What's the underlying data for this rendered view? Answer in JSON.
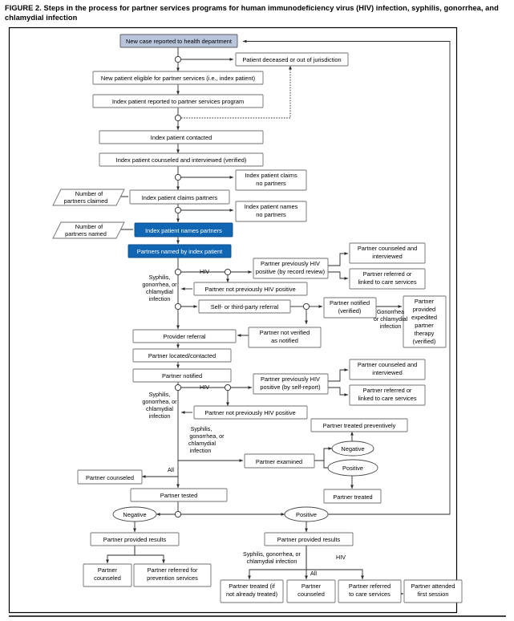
{
  "figure": {
    "caption": "FIGURE 2. Steps in the process for partner services programs for human immunodeficiency virus (HIV) infection, syphilis, gonorrhea, and chlamydial infection",
    "colors": {
      "highlight_blue": "#1166b3",
      "highlight_lavender": "#b9c5dd",
      "box_border": "#6f6f6f",
      "line": "#2b2b2b",
      "background": "#ffffff"
    }
  },
  "nodes": {
    "n01": "New case reported to health department",
    "n02": "Patient deceased or out of jurisdiction",
    "n03": "New patient eligible for partner services (i.e., index patient)",
    "n04": "Index patient reported to partner services program",
    "n05": "Index patient contacted",
    "n06": "Index patient counseled and interviewed (verified)",
    "n07a": "Index patient claims",
    "n07b": "no partners",
    "n08a": "Number of",
    "n08b": "partners claimed",
    "n09": "Index patient claims partners",
    "n10a": "Index patient names",
    "n10b": "no partners",
    "n11a": "Number of",
    "n11b": "partners named",
    "n12": "Index patient names partners",
    "n13": "Partners named by index patient",
    "n14a": "Partner previously HIV",
    "n14b": "positive (by record review)",
    "n15a": "Partner counseled and",
    "n15b": "interviewed",
    "n16a": "Partner referred or",
    "n16b": "linked to care services",
    "n17": "Partner not previously HIV positive",
    "n18": "Self- or third-party referral",
    "n19a": "Partner notified",
    "n19b": "(verified)",
    "n20a": "Partner",
    "n20b": "provided",
    "n20c": "expedited",
    "n20d": "partner",
    "n20e": "therapy",
    "n20f": "(verified)",
    "n21": "Provider referral",
    "n22a": "Partner not verified",
    "n22b": "as notified",
    "n23": "Partner located/contacted",
    "n24": "Partner notified",
    "n25a": "Partner previously HIV",
    "n25b": "positive (by self-report)",
    "n26a": "Partner counseled and",
    "n26b": "interviewed",
    "n27a": "Partner referred or",
    "n27b": "linked to care services",
    "n28": "Partner not previously HIV positive",
    "n29": "Partner treated preventively",
    "n30": "Partner examined",
    "n31": "Negative",
    "n32": "Positive",
    "n33": "Partner treated",
    "n34": "Partner counseled",
    "n35": "Partner tested",
    "n36": "Negative",
    "n37": "Positive",
    "n38": "Partner provided results",
    "n39a": "Partner",
    "n39b": "counseled",
    "n40a": "Partner referred for",
    "n40b": "prevention services",
    "n41": "Partner provided results",
    "n42a": "Partner treated (if",
    "n42b": "not already treated)",
    "n43a": "Partner",
    "n43b": "counseled",
    "n44a": "Partner referred",
    "n44b": "to care services",
    "n45a": "Partner attended",
    "n45b": "first session"
  },
  "edge_labels": {
    "e_hiv_1": "HIV",
    "e_sgc_1a": "Syphilis,",
    "e_sgc_1b": "gonorrhea, or",
    "e_sgc_1c": "chlamydial",
    "e_sgc_1d": "infection",
    "e_gc_a": "Gonorrhea",
    "e_gc_b": "or chlamydial",
    "e_gc_c": "infection",
    "e_hiv_2": "HIV",
    "e_sgc_2a": "Syphilis,",
    "e_sgc_2b": "gonorrhea, or",
    "e_sgc_2c": "chlamydial",
    "e_sgc_2d": "infection",
    "e_sgc_3a": "Syphilis,",
    "e_sgc_3b": "gonorrhea, or",
    "e_sgc_3c": "chlamydial",
    "e_sgc_3d": "infection",
    "e_all_1": "All",
    "e_sgc_4a": "Syphilis, gonorrhea, or",
    "e_sgc_4b": "chlamydial infection",
    "e_hiv_3": "HIV",
    "e_all_2": "All"
  }
}
